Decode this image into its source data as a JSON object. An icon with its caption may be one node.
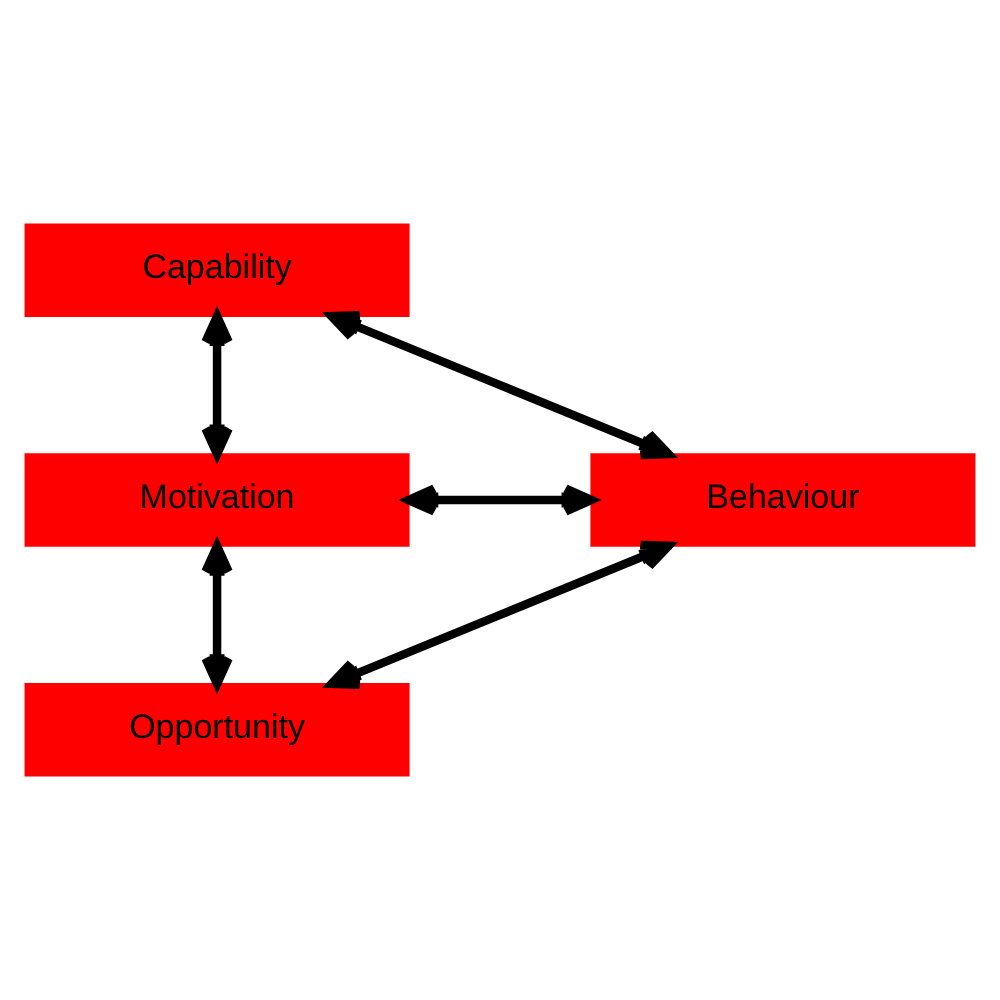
{
  "diagram": {
    "nodes": [
      {
        "text": [
          "Capability"
        ]
      },
      {
        "text": [
          "Motivation"
        ]
      },
      {
        "text": [
          "Behaviour"
        ]
      },
      {
        "text": [
          "Opportunity"
        ]
      }
    ],
    "edges": [
      {
        "from": 0,
        "to": 1,
        "arrow": "both"
      },
      {
        "from": 0,
        "to": 2,
        "arrow": "both"
      },
      {
        "from": 1,
        "to": 2,
        "arrow": "both"
      },
      {
        "from": 1,
        "to": 3,
        "arrow": "both"
      },
      {
        "from": 3,
        "to": 2,
        "arrow": "both"
      }
    ]
  }
}
